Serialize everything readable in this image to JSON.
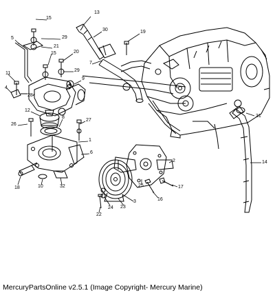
{
  "diagram": {
    "labels": [
      "13",
      "15",
      "29",
      "21",
      "5",
      "30",
      "19",
      "20",
      "15",
      "29",
      "9",
      "7",
      "11",
      "4",
      "28",
      "12",
      "8",
      "26",
      "27",
      "1",
      "6",
      "2",
      "3",
      "31",
      "14",
      "18",
      "10",
      "32",
      "25",
      "17",
      "16",
      "24",
      "23",
      "22"
    ]
  },
  "caption": "MercuryPartsOnline v2.5.1 (Image Copyright- Mercury Marine)"
}
